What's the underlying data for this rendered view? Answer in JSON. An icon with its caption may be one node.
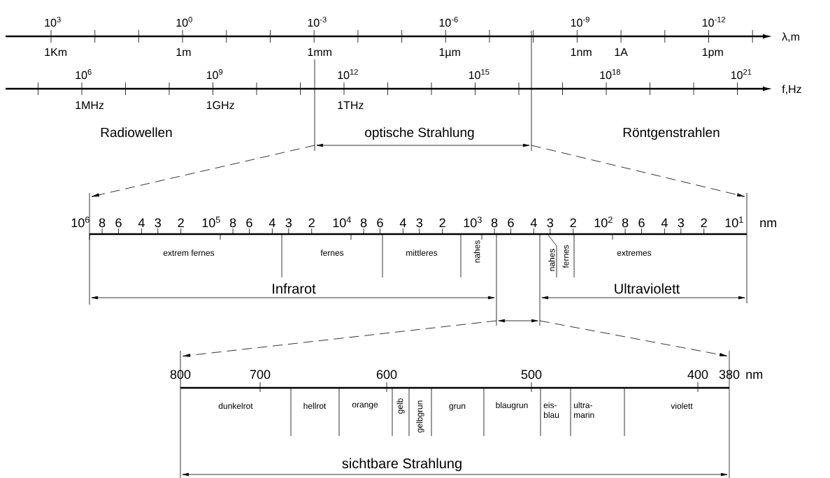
{
  "diagram": {
    "labels": [
      "10$^{3}$",
      "10$^{0}$",
      "10$^{-3}$",
      "10$^{-6}$",
      "10$^{-9}$",
      "10$^{-12}$",
      "λ,m",
      "1Km",
      "1m",
      "1mm",
      "1µm",
      "1nm",
      "1A",
      "1pm",
      "10$^{6}$",
      "10$^{9}$",
      "10$^{12}$",
      "10$^{15}$",
      "10$^{18}$",
      "10$^{21}$",
      "f,Hz",
      "1MHz",
      "1GHz",
      "1THz",
      "Radiowellen",
      "optische Strahlung",
      "Röntgenstrahlen",
      "10$^{6}$",
      "8",
      "6",
      "4",
      "3",
      "2",
      "10$^{5}$",
      "8",
      "6",
      "4",
      "3",
      "2",
      "10$^{4}$",
      "8",
      "6",
      "4",
      "3",
      "2",
      "10$^{3}$",
      "8",
      "6",
      "4",
      "3",
      "2",
      "10$^{2}$",
      "8",
      "6",
      "4",
      "3",
      "2",
      "10$^{1}$",
      "nm",
      "extrem fernes",
      "fernes",
      "mittleres",
      "nahes",
      "nahes",
      "fernes",
      "extremes",
      "Infrarot",
      "Ultraviolett",
      "800",
      "700",
      "600",
      "500",
      "400",
      "380",
      "nm",
      "dunkelrot",
      "hellrot",
      "orange",
      "gelb",
      "gelbgrun",
      "grun",
      "blaugrun",
      "eis- blau",
      "ultra- marin",
      "violett",
      "sichtbare Strahlung"
    ]
  }
}
